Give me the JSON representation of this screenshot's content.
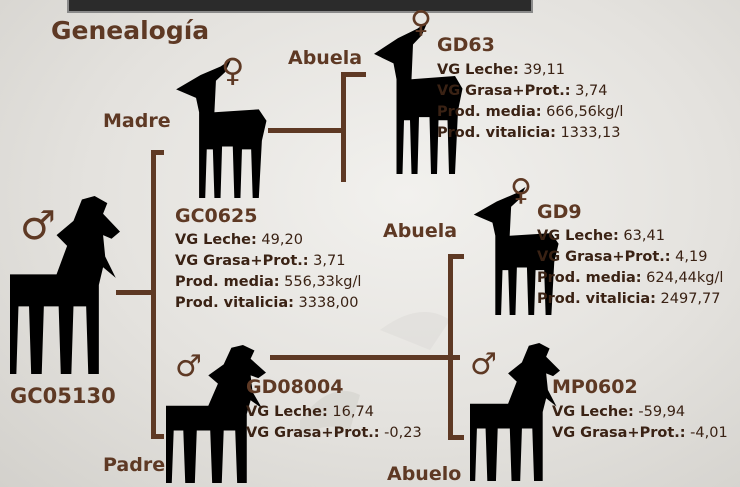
{
  "header": {
    "title": "Genealogía"
  },
  "symbols": {
    "male": "♂",
    "female": "♀"
  },
  "colors": {
    "accent": "#5e3924",
    "text": "#3a2214",
    "background": "#e8e7e4"
  },
  "animal": {
    "id": "GC05130"
  },
  "mother": {
    "role": "Madre",
    "id": "GC0625",
    "stats": [
      {
        "label": "VG Leche:",
        "value": "49,20"
      },
      {
        "label": "VG Grasa+Prot.:",
        "value": "3,71"
      },
      {
        "label": "Prod. media:",
        "value": "556,33kg/l"
      },
      {
        "label": "Prod. vitalicia:",
        "value": "3338,00"
      }
    ]
  },
  "maternal_grandmother": {
    "role": "Abuela",
    "id": "GD63",
    "stats": [
      {
        "label": "VG Leche:",
        "value": "39,11"
      },
      {
        "label": "VG Grasa+Prot.:",
        "value": "3,74"
      },
      {
        "label": "Prod. media:",
        "value": "666,56kg/l"
      },
      {
        "label": "Prod. vitalicia:",
        "value": "1333,13"
      }
    ]
  },
  "father": {
    "role": "Padre",
    "id": "GD08004",
    "stats": [
      {
        "label": "VG Leche:",
        "value": "16,74"
      },
      {
        "label": "VG Grasa+Prot.:",
        "value": "-0,23"
      }
    ]
  },
  "paternal_grandmother": {
    "role": "Abuela",
    "id": "GD9",
    "stats": [
      {
        "label": "VG Leche:",
        "value": "63,41"
      },
      {
        "label": "VG Grasa+Prot.:",
        "value": "4,19"
      },
      {
        "label": "Prod. media:",
        "value": "624,44kg/l"
      },
      {
        "label": "Prod. vitalicia:",
        "value": "2497,77"
      }
    ]
  },
  "paternal_grandfather": {
    "role": "Abuelo",
    "id": "MP0602",
    "stats": [
      {
        "label": "VG Leche:",
        "value": "-59,94"
      },
      {
        "label": "VG Grasa+Prot.:",
        "value": "-4,01"
      }
    ]
  }
}
